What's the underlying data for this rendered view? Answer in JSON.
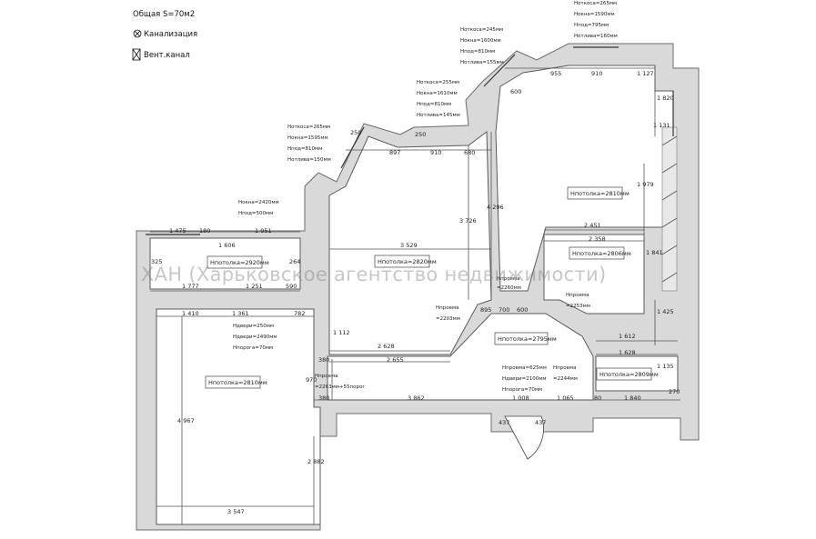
{
  "legend": {
    "area": "Общая S=70м2",
    "sewer": "Канализация",
    "vent": "Вент.канал"
  },
  "watermark": "ХАН (Харьковское агентство недвижимости)",
  "rooms": {
    "big_left": "Hпотолка=2810мм",
    "center": "Hпотолка=2820мм",
    "right_upper": "Hпотолка=2810мм",
    "right_mid": "Hпотолка=2806мм",
    "right_lower": "Hпотолка=2809мм",
    "left_top": "Hпотолка=2920мм",
    "corridor": "Hпотолка=2795мм"
  },
  "windows": {
    "w1": [
      "Hоткоса=265мм",
      "Hокна=1595мм",
      "Hпод=810мм",
      "Hотлива=150мм"
    ],
    "w2": [
      "Hоткоса=255мм",
      "Hокна=1610мм",
      "Hпод=810мм",
      "Hотлива=145мм"
    ],
    "w3": [
      "Hоткоса=245мм",
      "Hокна=1600мм",
      "Hпод=810мм",
      "Hотлива=155мм"
    ],
    "w4": [
      "Hоткоса=265мм",
      "Hокна=1590мм",
      "Hпод=795мм",
      "Hотлива=160мм"
    ],
    "w5": [
      "Hокна=2420мм",
      "Hпод=500мм"
    ]
  },
  "doors": {
    "d1": [
      "Hдвери=250мм",
      "Hдвери=2490мм",
      "Hпорога=70мм"
    ],
    "d2": [
      "Hпроема=625мм",
      "Hдвери=2100мм",
      "Hпорога=70мм"
    ],
    "d3": [
      "Hпроема",
      "=2244мм"
    ],
    "d4": [
      "Hпроема",
      "=2263мм+55порог"
    ],
    "d5": [
      "Hпроема",
      "=2260мм"
    ],
    "d6": [
      "Hпроема",
      "=2253мм"
    ],
    "d7": [
      "Hпроема",
      "=2203мм"
    ]
  },
  "dims": {
    "a1": "1 475",
    "a2": "180",
    "a3": "1 951",
    "a4": "1 606",
    "a5": "3 529",
    "a6": "1 777",
    "a7": "1 251",
    "a8": "590",
    "a9": "1 410",
    "a10": "1 361",
    "a11": "782",
    "a12": "2 628",
    "a13": "2 655",
    "a14": "380",
    "a15": "380",
    "a16": "3 862",
    "a17": "1 008",
    "a18": "1 065",
    "a19": "80",
    "a20": "1 840",
    "a21": "1 612",
    "a22": "1 628",
    "a23": "2 451",
    "a24": "2 358",
    "a25": "897",
    "a26": "910",
    "a27": "680",
    "a28": "955",
    "a29": "910",
    "a30": "1 127",
    "a31": "3 726",
    "a32": "4 296",
    "a33": "4 967",
    "a34": "2 882",
    "a35": "3 547",
    "a36": "1 820",
    "a37": "1 425",
    "a38": "1 841",
    "a39": "1 979",
    "a40": "1 135",
    "a41": "270",
    "a42": "600",
    "a43": "1 112",
    "a44": "970",
    "a45": "895",
    "a46": "700",
    "a47": "600",
    "a48": "1 131",
    "a49": "437",
    "a50": "437",
    "a51": "264",
    "a52": "325",
    "a53": "250",
    "a54": "250"
  }
}
